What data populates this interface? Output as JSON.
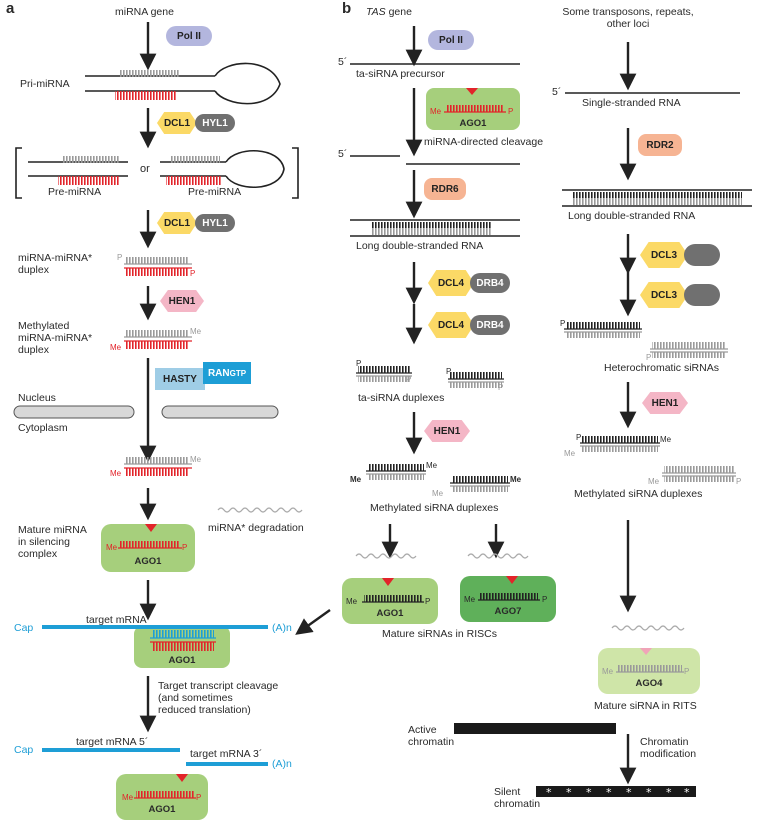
{
  "panels": {
    "a": "a",
    "b": "b"
  },
  "colors": {
    "red": "#e2242a",
    "gray": "#9a9a9a",
    "black": "#222222",
    "blue": "#1e9ed6",
    "green": "#a6cf7c",
    "green_dark": "#5fb05a",
    "green_light": "#cfe5a8",
    "polii": "#b3b6de",
    "dcl": "#fbd966",
    "partner": "#707070",
    "hen1": "#f4b6c6",
    "rdr": "#f6b493",
    "hasty": "#9fcde6",
    "ran": "#1d9ed6"
  },
  "panel_a": {
    "gene": "miRNA gene",
    "pol": "Pol II",
    "pri": "Pri-miRNA",
    "dcl1": "DCL1",
    "hyl1": "HYL1",
    "pre_left": "Pre-miRNA",
    "or": "or",
    "pre_right": "Pre-miRNA",
    "duplex": "miRNA-miRNA*\nduplex",
    "hen1": "HEN1",
    "methylated": "Methylated\nmiRNA-miRNA*\nduplex",
    "hasty": "HASTY",
    "ran": "RAN",
    "gtp": "GTP",
    "nucleus": "Nucleus",
    "cytoplasm": "Cytoplasm",
    "mature": "Mature miRNA\nin silencing\ncomplex",
    "degradation": "miRNA* degradation",
    "ago1": "AGO1",
    "target": "target mRNA",
    "cap": "Cap",
    "an": "(A)n",
    "cleavage": "Target transcript cleavage\n(and sometimes\nreduced translation)",
    "target5": "target mRNA 5´",
    "target3": "target  mRNA 3´"
  },
  "panel_b": {
    "tas": "TAS",
    "gene": " gene",
    "pol": "Pol II",
    "five": "5´",
    "precursor": "ta-siRNA precursor",
    "ago1": "AGO1",
    "directed": "miRNA-directed cleavage",
    "rdr6": "RDR6",
    "long": "Long double-stranded RNA",
    "dcl4": "DCL4",
    "drb4": "DRB4",
    "duplexes": "ta-siRNA duplexes",
    "hen1": "HEN1",
    "methylated": "Methylated siRNA duplexes",
    "ago7": "AGO7",
    "riscs": "Mature siRNAs in RISCs"
  },
  "panel_c": {
    "source": "Some transposons, repeats,\nother loci",
    "ss": "Single-stranded RNA",
    "rdr2": "RDR2",
    "long": "Long double-stranded RNA",
    "dcl3": "DCL3",
    "hetero": "Heterochromatic siRNAs",
    "hen1": "HEN1",
    "methylated": "Methylated siRNA duplexes",
    "ago4": "AGO4",
    "rits": "Mature siRNA in RITS",
    "active": "Active\nchromatin",
    "modification": "Chromatin\nmodification",
    "silent": "Silent\nchromatin"
  },
  "marks": {
    "p": "P",
    "me": "Me"
  }
}
